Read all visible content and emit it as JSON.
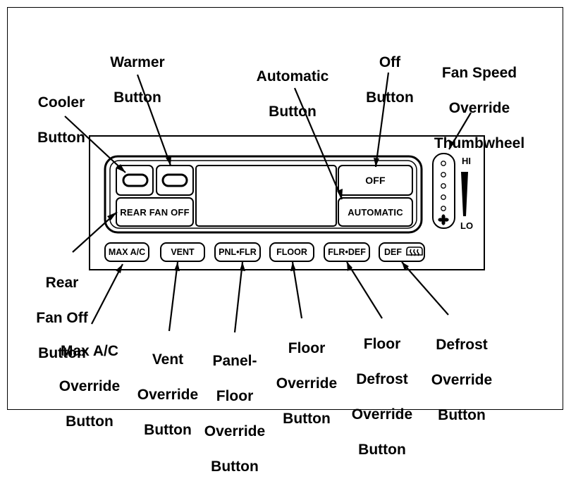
{
  "callouts": {
    "cooler": [
      "Cooler",
      "Button"
    ],
    "warmer": [
      "Warmer",
      "Button"
    ],
    "automatic": [
      "Automatic",
      "Button"
    ],
    "off": [
      "Off",
      "Button"
    ],
    "fan_speed": [
      "Fan Speed",
      "Override",
      "Thumbwheel"
    ],
    "rear_fan_off": [
      "Rear",
      "Fan Off",
      "Button"
    ],
    "max_ac": [
      "Max A/C",
      "Override",
      "Button"
    ],
    "vent": [
      "Vent",
      "Override",
      "Button"
    ],
    "panel_floor": [
      "Panel-",
      "Floor",
      "Override",
      "Button"
    ],
    "floor": [
      "Floor",
      "Override",
      "Button"
    ],
    "floor_defrost": [
      "Floor",
      "Defrost",
      "Override",
      "Button"
    ],
    "defrost": [
      "Defrost",
      "Override",
      "Button"
    ]
  },
  "panel": {
    "off_label": "OFF",
    "automatic_label": "AUTOMATIC",
    "rear_fan_off_label": "REAR FAN OFF",
    "buttons": [
      "MAX A/C",
      "VENT",
      "PNL•FLR",
      "FLOOR",
      "FLR•DEF",
      "DEF"
    ],
    "hi_label": "HI",
    "lo_label": "LO"
  },
  "icons": {
    "fan": "fan-icon",
    "rear_defrost": "rear-defrost-icon"
  }
}
